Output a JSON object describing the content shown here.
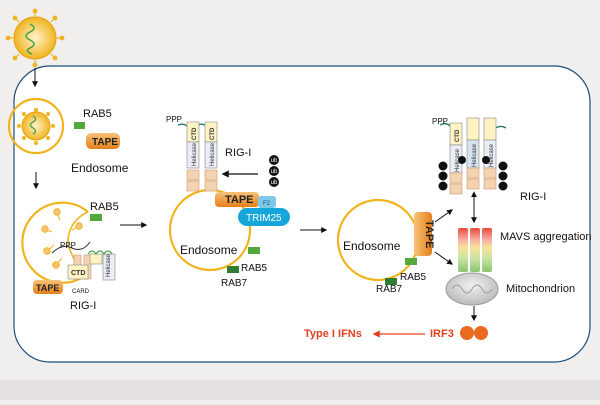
{
  "colors": {
    "background": "#f1eeee",
    "cell_fill": "#ffffff",
    "cell_border": "#1f4e79",
    "membrane": "#f0b41e",
    "tape": "#f39a33",
    "rab": "#53a83c",
    "trim25": "#17a6dc",
    "red_label": "#e0401f",
    "irf3": "#ea6a1f",
    "ub": "#111111"
  },
  "labels": {
    "rab5": "RAB5",
    "rab7": "RAB7",
    "tape": "TAPE",
    "endosome": "Endosome",
    "rig_i": "RIG-I",
    "ppp": "PPP",
    "ctd": "CTD",
    "helicase": "Helicase",
    "card": "CARD",
    "ub": "ub",
    "trim25": "TRIM25",
    "f2": "F2",
    "mavs_aggregation": "MAVS aggregation",
    "mitochondrion": "Mitochondrion",
    "irf3": "IRF3",
    "type_i_ifns": "Type I IFNs"
  }
}
